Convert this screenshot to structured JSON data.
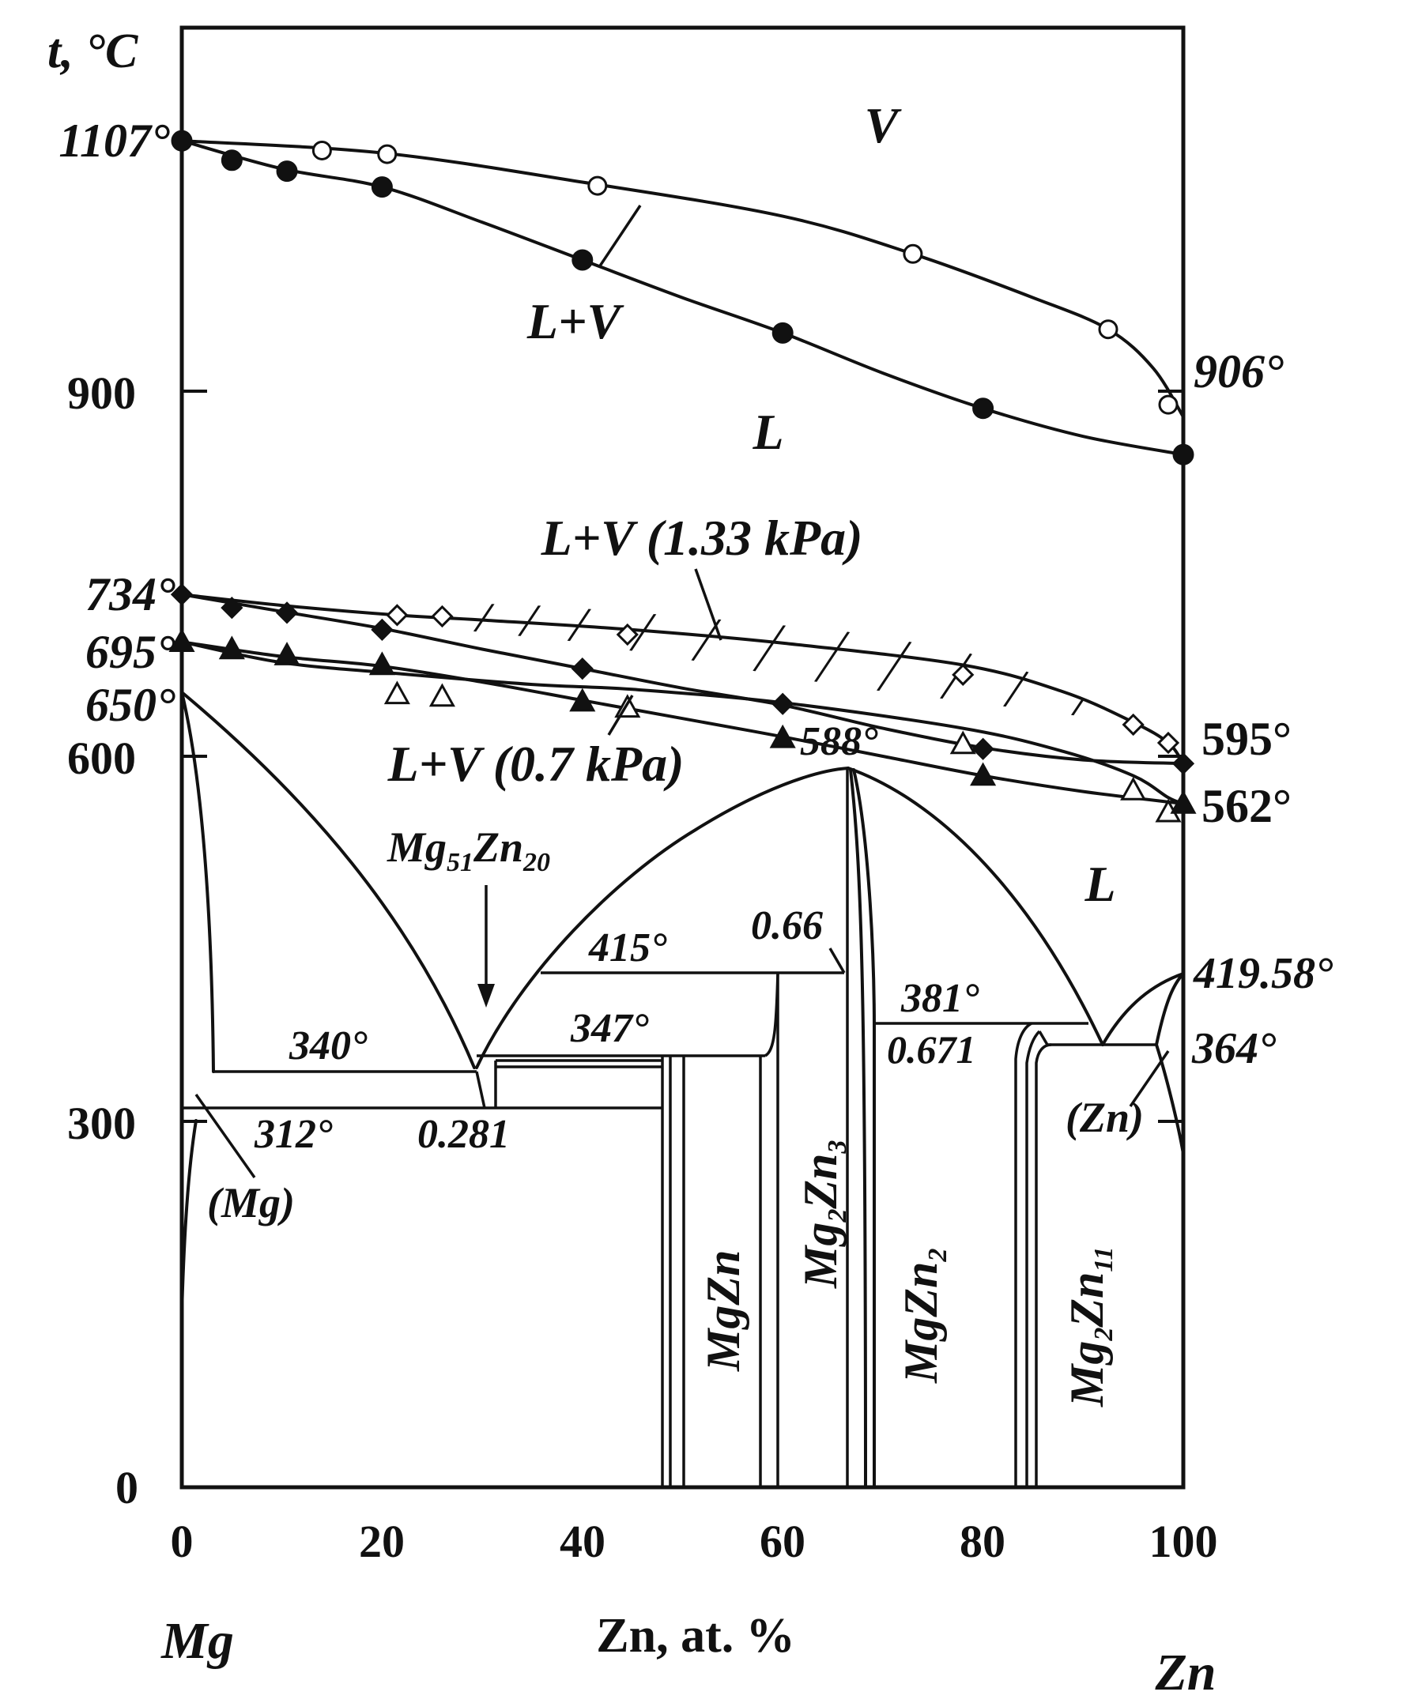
{
  "chart_data": {
    "type": "line",
    "xlabel": "Zn, at. %",
    "ylabel": "t, °C",
    "x_end_labels": {
      "left": "Mg",
      "right": "Zn"
    },
    "xlim": [
      0,
      100
    ],
    "ylim": [
      0,
      1200
    ],
    "x_ticks": [
      0,
      20,
      40,
      60,
      80,
      100
    ],
    "y_ticks": [
      0,
      300,
      600,
      900
    ],
    "grid": false,
    "series": [
      {
        "style": "open-circle",
        "points": [
          [
            0,
            1107
          ],
          [
            14,
            1099
          ],
          [
            20.5,
            1096
          ],
          [
            41.5,
            1070
          ],
          [
            73,
            1014
          ],
          [
            92.5,
            952
          ],
          [
            98.5,
            890
          ]
        ],
        "curve": [
          [
            0,
            1107
          ],
          [
            20,
            1097
          ],
          [
            40,
            1073
          ],
          [
            60,
            1045
          ],
          [
            73,
            1014
          ],
          [
            85,
            978
          ],
          [
            92.5,
            952
          ],
          [
            97,
            920
          ],
          [
            100,
            880
          ]
        ]
      },
      {
        "style": "filled-circle",
        "points": [
          [
            0,
            1107
          ],
          [
            5,
            1091
          ],
          [
            10.5,
            1082
          ],
          [
            20,
            1069
          ],
          [
            40,
            1009
          ],
          [
            60,
            949
          ],
          [
            80,
            887
          ],
          [
            100,
            849
          ]
        ],
        "curve": [
          [
            0,
            1107
          ],
          [
            10,
            1084
          ],
          [
            20,
            1069
          ],
          [
            30,
            1040
          ],
          [
            40,
            1009
          ],
          [
            50,
            978
          ],
          [
            60,
            949
          ],
          [
            70,
            916
          ],
          [
            80,
            887
          ],
          [
            90,
            864
          ],
          [
            100,
            849
          ]
        ]
      },
      {
        "style": "open-diamond",
        "points": [
          [
            21.5,
            717
          ],
          [
            26,
            716
          ],
          [
            44.5,
            701
          ],
          [
            78,
            668
          ],
          [
            95,
            627
          ],
          [
            98.5,
            612
          ]
        ],
        "curve": [
          [
            0,
            734
          ],
          [
            10,
            725
          ],
          [
            21.5,
            717
          ],
          [
            30,
            713
          ],
          [
            45,
            705
          ],
          [
            60,
            694
          ],
          [
            78,
            676
          ],
          [
            88,
            654
          ],
          [
            95,
            629
          ],
          [
            98.5,
            612
          ],
          [
            100,
            595
          ]
        ]
      },
      {
        "style": "filled-diamond",
        "points": [
          [
            0,
            734
          ],
          [
            5,
            723
          ],
          [
            10.5,
            719
          ],
          [
            20,
            705
          ],
          [
            40,
            673
          ],
          [
            60,
            644
          ],
          [
            80,
            607
          ],
          [
            100,
            595
          ]
        ],
        "curve": [
          [
            0,
            734
          ],
          [
            10,
            720
          ],
          [
            20,
            706
          ],
          [
            30,
            689
          ],
          [
            40,
            673
          ],
          [
            50,
            657
          ],
          [
            60,
            643
          ],
          [
            70,
            624
          ],
          [
            80,
            608
          ],
          [
            90,
            598
          ],
          [
            100,
            595
          ]
        ]
      },
      {
        "style": "open-triangle",
        "points": [
          [
            21.5,
            652
          ],
          [
            26,
            650
          ],
          [
            44.5,
            641
          ],
          [
            78,
            611
          ],
          [
            95,
            573
          ],
          [
            98.5,
            555
          ]
        ],
        "curve": [
          [
            0,
            695
          ],
          [
            10,
            678
          ],
          [
            21.5,
            669
          ],
          [
            35,
            660
          ],
          [
            45,
            656
          ],
          [
            60,
            645
          ],
          [
            78,
            624
          ],
          [
            88,
            605
          ],
          [
            95,
            585
          ],
          [
            98.5,
            567
          ],
          [
            100,
            562
          ]
        ]
      },
      {
        "style": "filled-triangle",
        "points": [
          [
            0,
            695
          ],
          [
            5,
            689
          ],
          [
            10.5,
            684
          ],
          [
            20,
            676
          ],
          [
            40,
            646
          ],
          [
            60,
            616
          ],
          [
            80,
            585
          ],
          [
            100,
            562
          ]
        ],
        "curve": [
          [
            0,
            695
          ],
          [
            10,
            683
          ],
          [
            20,
            675
          ],
          [
            30,
            662
          ],
          [
            40,
            647
          ],
          [
            50,
            632
          ],
          [
            60,
            617
          ],
          [
            70,
            601
          ],
          [
            80,
            585
          ],
          [
            90,
            572
          ],
          [
            100,
            562
          ]
        ]
      }
    ],
    "labels": {
      "t1107": "1107°",
      "t906": "906°",
      "t734": "734°",
      "t695": "695°",
      "t650": "650°",
      "t595": "595°",
      "t562": "562°",
      "t588": "588°",
      "t415": "415°",
      "t381": "381°",
      "t347": "347°",
      "t340": "340°",
      "t312": "312°",
      "t419": "419.58°",
      "t364": "364°",
      "c066": "0.66",
      "c0671": "0.671",
      "c0281": "0.281",
      "V": "V",
      "LV": "L+V",
      "L_top": "L",
      "L_right": "L",
      "lv133": "L+V (1.33 kPa)",
      "lv07": "L+V (0.7 kPa)",
      "Mg_phase": "(Mg)",
      "Zn_phase": "(Zn)",
      "mg51_main": "Mg",
      "mg51_s1": "51",
      "mg51_mid": "Zn",
      "mg51_s2": "20",
      "mgzn": "MgZn",
      "mg2zn3_a": "Mg",
      "mg2zn3_s1": "2",
      "mg2zn3_b": "Zn",
      "mg2zn3_s2": "3",
      "mgzn2_a": "MgZn",
      "mgzn2_s": "2",
      "mg2zn11_a": "Mg",
      "mg2zn11_s1": "2",
      "mg2zn11_b": "Zn",
      "mg2zn11_s2": "11"
    }
  }
}
